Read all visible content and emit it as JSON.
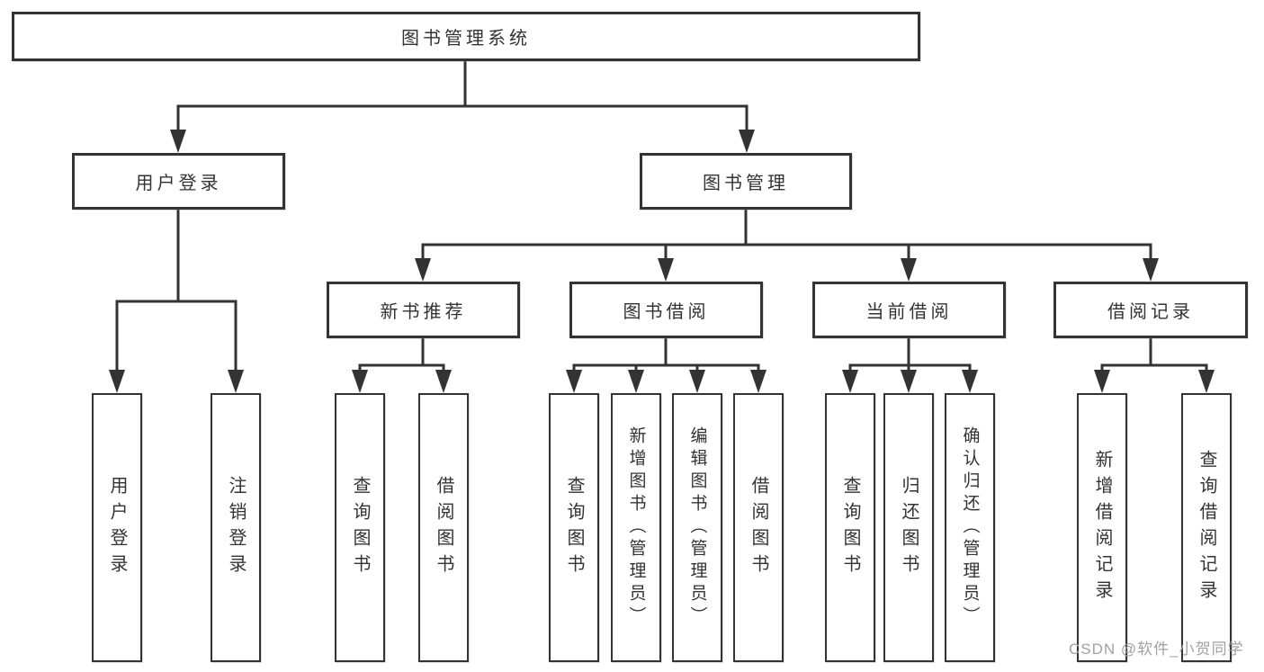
{
  "tree": {
    "label": "图书管理系统",
    "children": [
      {
        "label": "用户登录",
        "children": [
          {
            "label": "用户登录"
          },
          {
            "label": "注销登录"
          }
        ]
      },
      {
        "label": "图书管理",
        "children": [
          {
            "label": "新书推荐",
            "children": [
              {
                "label": "查询图书"
              },
              {
                "label": "借阅图书"
              }
            ]
          },
          {
            "label": "图书借阅",
            "children": [
              {
                "label": "查询图书"
              },
              {
                "label": "新增图书（管理员）"
              },
              {
                "label": "编辑图书（管理员）"
              },
              {
                "label": "借阅图书"
              }
            ]
          },
          {
            "label": "当前借阅",
            "children": [
              {
                "label": "查询图书"
              },
              {
                "label": "归还图书"
              },
              {
                "label": "确认归还（管理员）"
              }
            ]
          },
          {
            "label": "借阅记录",
            "children": [
              {
                "label": "新增借阅记录"
              },
              {
                "label": "查询借阅记录"
              }
            ]
          }
        ]
      }
    ]
  },
  "watermark": {
    "text": "CSDN @软件_小贺同学"
  },
  "colors": {
    "line": "#333333",
    "box_background": "#ffffff",
    "text": "#333333",
    "watermark": "#9fa0a8"
  }
}
